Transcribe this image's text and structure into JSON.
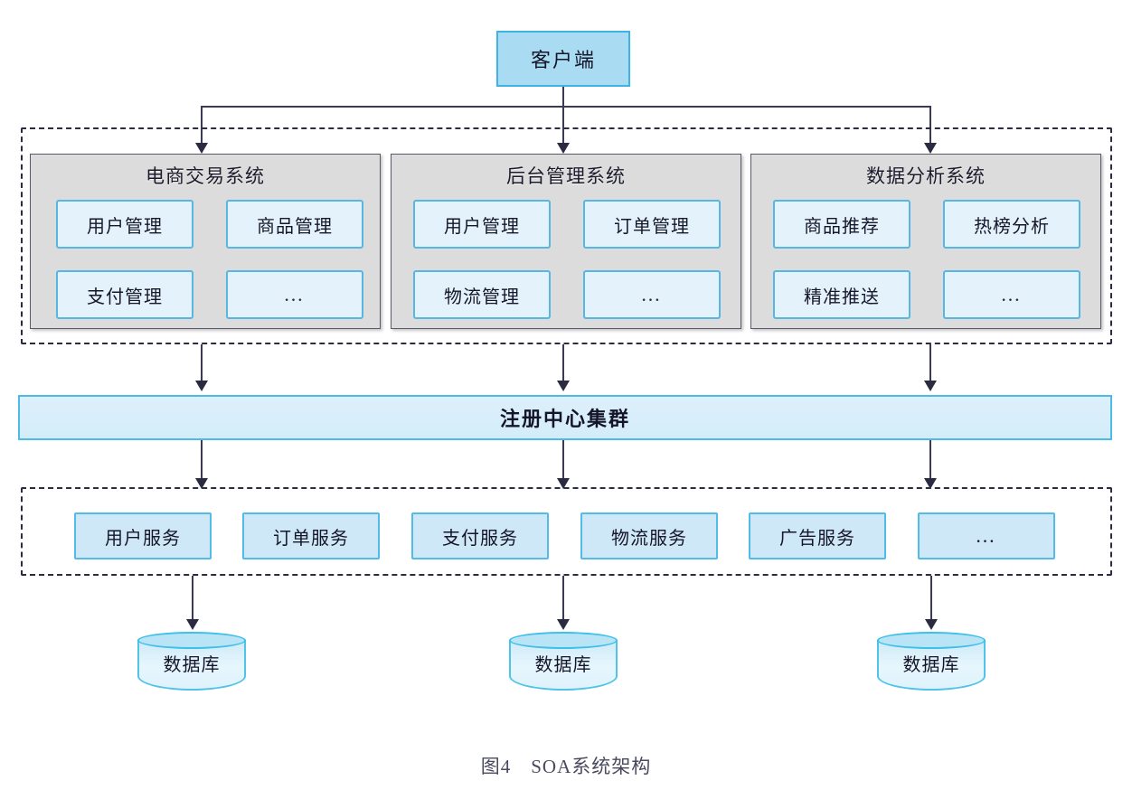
{
  "caption": "图4　SOA系统架构",
  "client": {
    "label": "客户端"
  },
  "systems": [
    {
      "title": "电商交易系统",
      "modules": [
        "用户管理",
        "商品管理",
        "支付管理",
        "…"
      ]
    },
    {
      "title": "后台管理系统",
      "modules": [
        "用户管理",
        "订单管理",
        "物流管理",
        "…"
      ]
    },
    {
      "title": "数据分析系统",
      "modules": [
        "商品推荐",
        "热榜分析",
        "精准推送",
        "…"
      ]
    }
  ],
  "registry": {
    "label": "注册中心集群"
  },
  "services": [
    "用户服务",
    "订单服务",
    "支付服务",
    "物流服务",
    "广告服务",
    "…"
  ],
  "databases": [
    {
      "label": "数据库"
    },
    {
      "label": "数据库"
    },
    {
      "label": "数据库"
    }
  ],
  "colors": {
    "client_fill": "#a9dcf2",
    "client_border": "#3fb3e4",
    "system_panel_fill": "#dcdcdc",
    "system_panel_border": "#5a5a66",
    "module_fill": "#e4f3fb",
    "module_border": "#58b6e2",
    "registry_fill": "#d8eefa",
    "registry_border": "#4cbbe6",
    "service_fill": "#cfe8f7",
    "service_border": "#52bbe6",
    "db_fill": "#cdeaf8",
    "db_border": "#4fc3e8",
    "connector": "#3a3a55",
    "dashed_border": "#2b2b44"
  }
}
